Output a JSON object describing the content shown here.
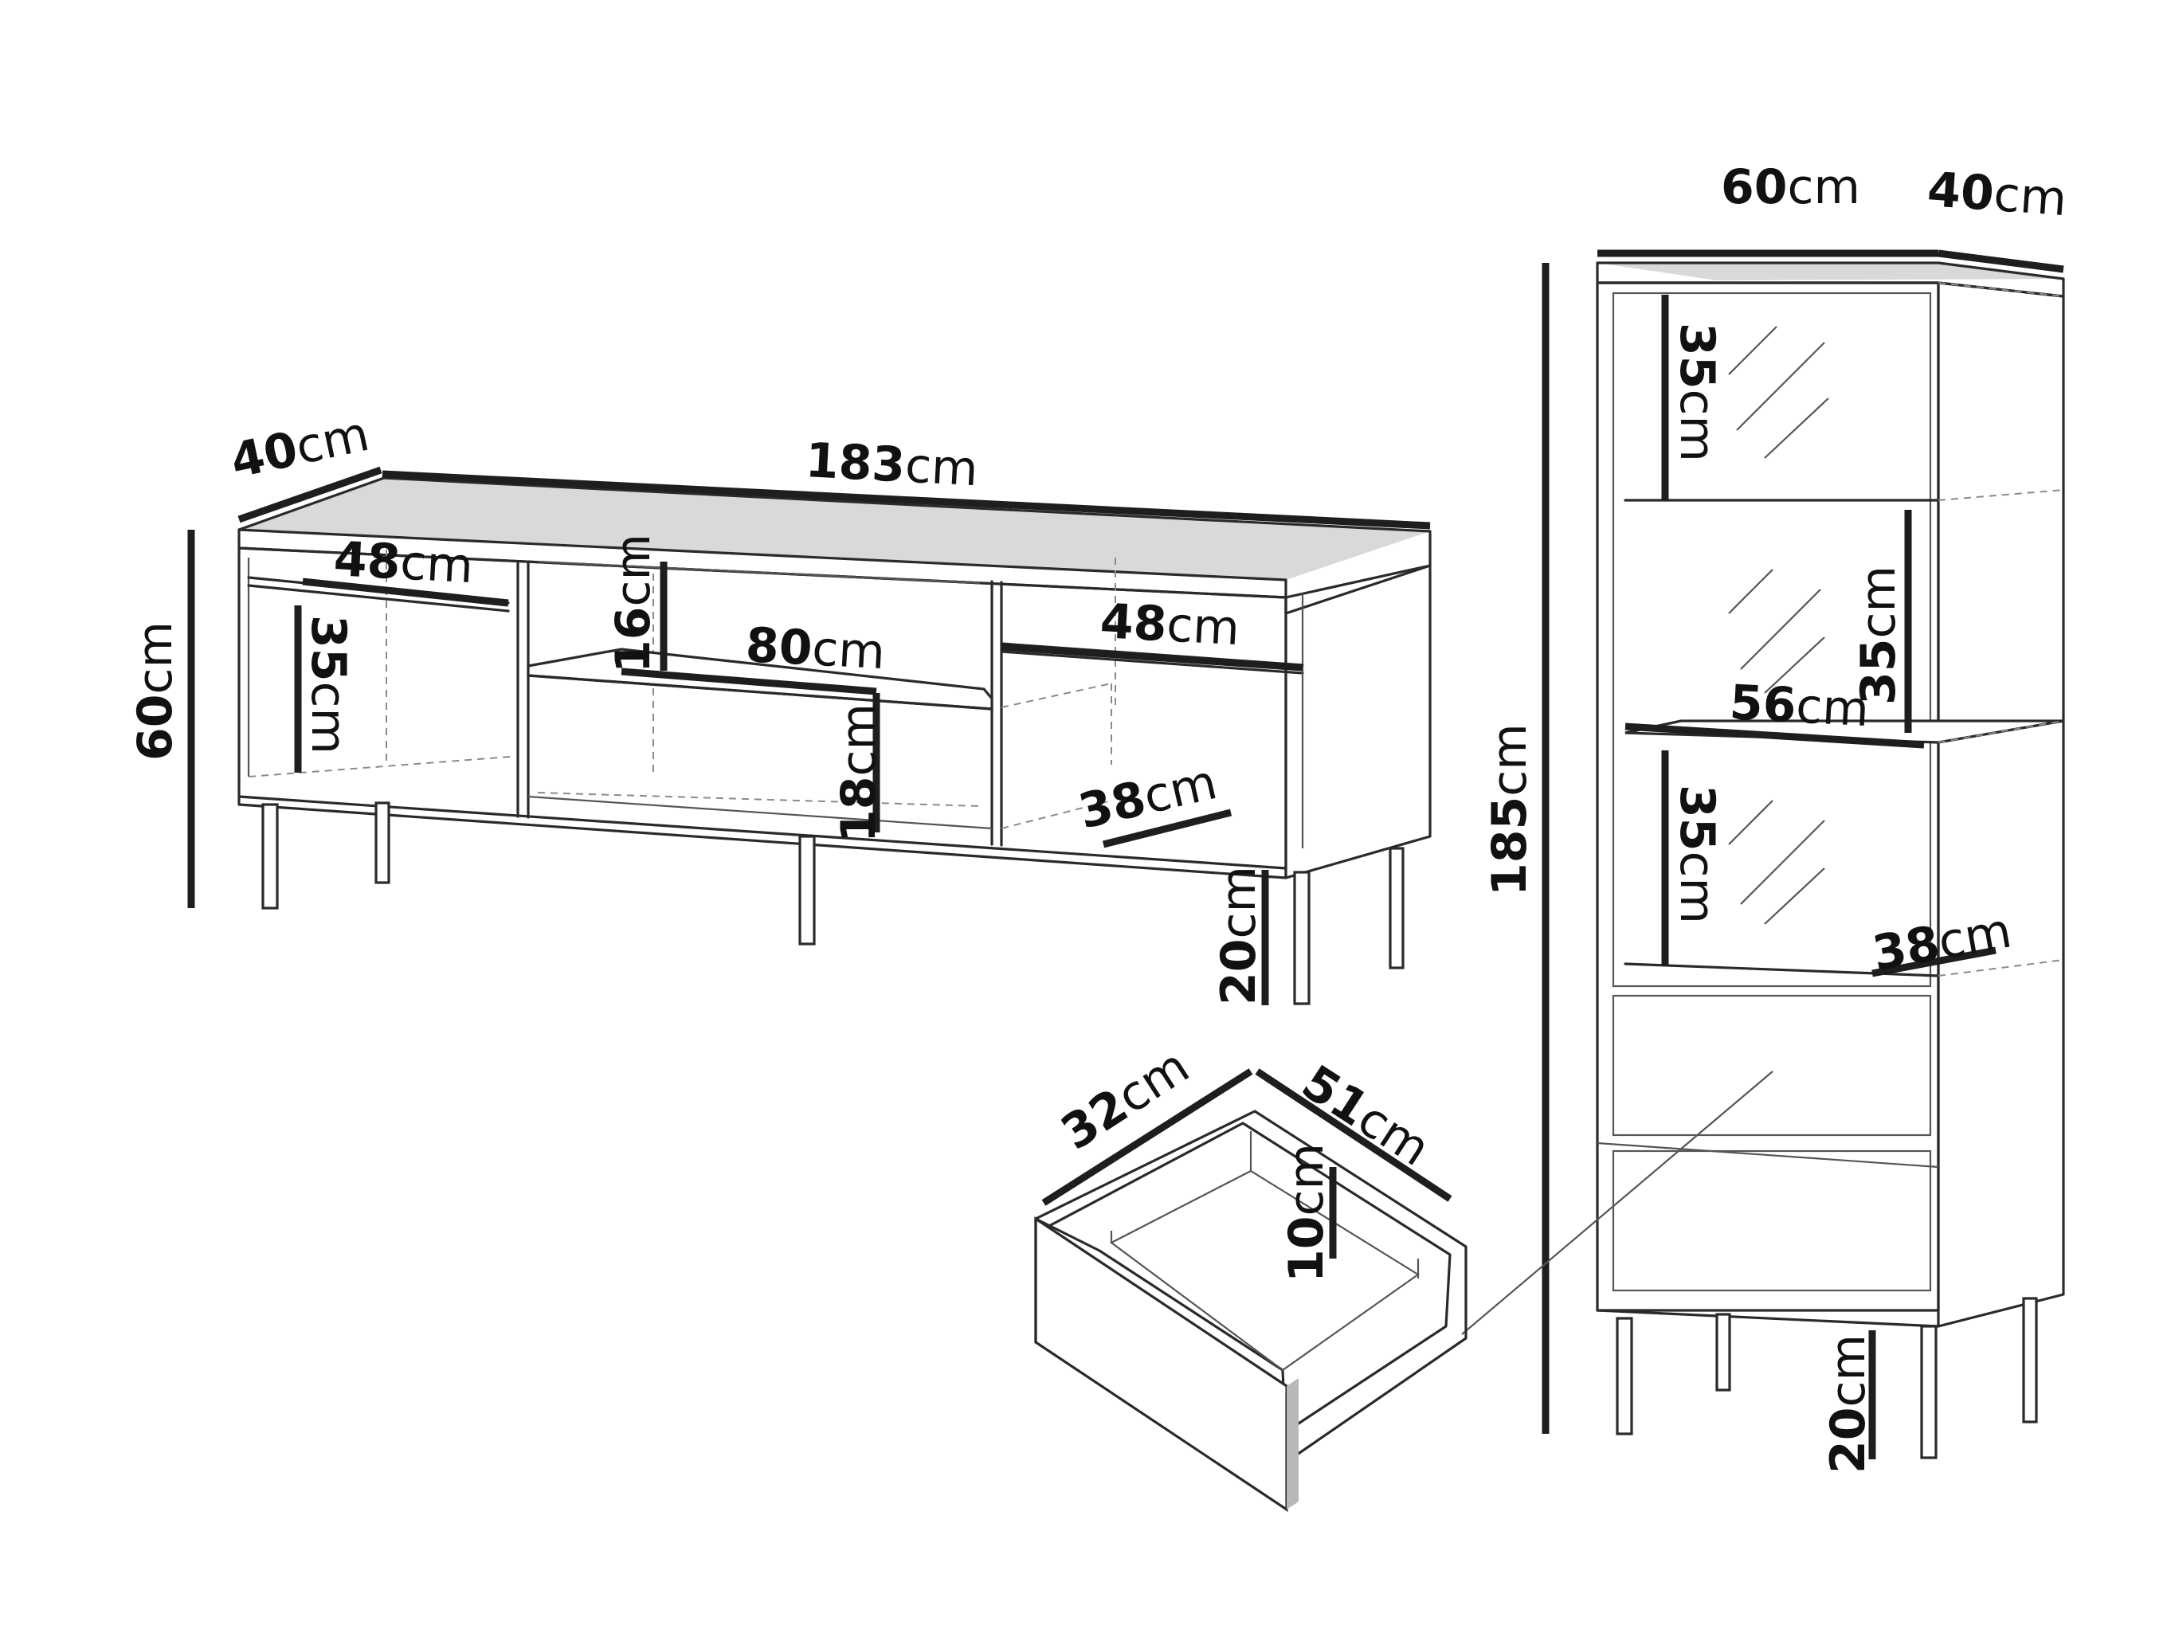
{
  "unit": "cm",
  "sideboard": {
    "depth": "40",
    "width": "183",
    "height": "60",
    "left_niche_width": "48",
    "left_niche_height": "35",
    "top_gap": "16",
    "center_shelf_width": "80",
    "center_lower_height": "18",
    "right_shelf_width": "48",
    "right_shelf_depth": "38",
    "leg_height": "20"
  },
  "cabinet": {
    "width": "60",
    "depth": "40",
    "height": "185",
    "compartment_top": "35",
    "compartment_middle": "35",
    "compartment_bottom": "35",
    "shelf_width": "56",
    "shelf_depth": "38",
    "leg_height": "20"
  },
  "drawer": {
    "width": "32",
    "depth": "51",
    "height": "10"
  }
}
